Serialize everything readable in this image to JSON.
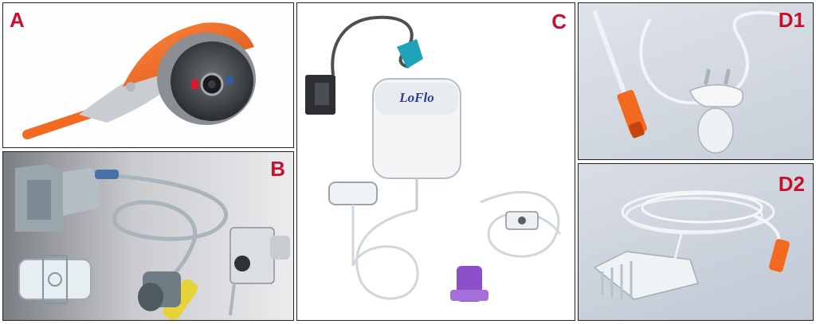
{
  "panels": {
    "a": {
      "label": "A"
    },
    "b": {
      "label": "B"
    },
    "c": {
      "label": "C",
      "device_logo": "LoFlo"
    },
    "d1": {
      "label": "D1"
    },
    "d2": {
      "label": "D2"
    }
  },
  "colors": {
    "label_red": "#c8102e",
    "accent_orange": "#f26a1f",
    "sensor_yellow": "#e8d23a",
    "connector_teal": "#1fa3b8",
    "logo_blue": "#2a3f8f"
  }
}
